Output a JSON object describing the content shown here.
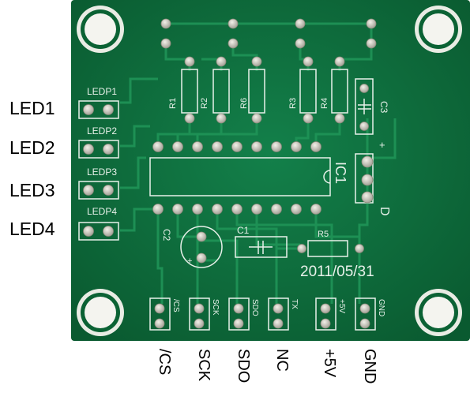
{
  "external_labels_left": [
    "LED1",
    "LED2",
    "LED3",
    "LED4"
  ],
  "external_labels_bottom": [
    "/CS",
    "SCK",
    "SDO",
    "NC",
    "+5V",
    "GND"
  ],
  "silkscreen": {
    "led_headers": [
      "LEDP1",
      "LEDP2",
      "LEDP3",
      "LEDP4"
    ],
    "resistors": [
      "R1",
      "R2",
      "R6",
      "R3",
      "R4",
      "R5"
    ],
    "capacitors": [
      "C1",
      "C2",
      "C3"
    ],
    "ic": "IC1",
    "plus": "+",
    "d": "D",
    "date": "2011/05/31",
    "bottom_pins": [
      "/CS",
      "SCK",
      "SDO",
      "TX",
      "+5V",
      "GND"
    ]
  },
  "colors": {
    "pcb": "#0d6b3a",
    "pcb_light": "#127a44",
    "trace": "#1a8a50",
    "silk": "#e8f1ea",
    "pad": "#d7d5cc"
  }
}
